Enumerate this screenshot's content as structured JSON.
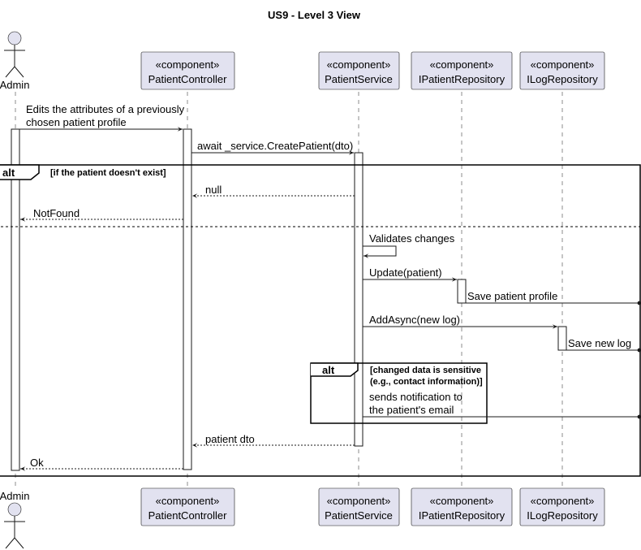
{
  "title": "US9 - Level 3 View",
  "participants": [
    {
      "id": "admin",
      "kind": "actor",
      "name": "Admin"
    },
    {
      "id": "controller",
      "kind": "component",
      "stereotype": "«component»",
      "name": "PatientController"
    },
    {
      "id": "service",
      "kind": "component",
      "stereotype": "«component»",
      "name": "PatientService"
    },
    {
      "id": "repo",
      "kind": "component",
      "stereotype": "«component»",
      "name": "IPatientRepository"
    },
    {
      "id": "logrepo",
      "kind": "component",
      "stereotype": "«component»",
      "name": "ILogRepository"
    }
  ],
  "messages": [
    {
      "id": "m1",
      "line1": "Edits the attributes of a previously",
      "line2": "chosen patient profile"
    },
    {
      "id": "m2",
      "text": "await _service.CreatePatient(dto)"
    },
    {
      "id": "m3",
      "text": "null"
    },
    {
      "id": "m4",
      "text": "NotFound"
    },
    {
      "id": "m5",
      "text": "Validates changes"
    },
    {
      "id": "m6",
      "text": "Update(patient)"
    },
    {
      "id": "m7",
      "text": "Save patient profile"
    },
    {
      "id": "m8",
      "text": "AddAsync(new log)"
    },
    {
      "id": "m9",
      "text": "Save new log"
    },
    {
      "id": "m10",
      "line1": "sends notification to",
      "line2": "the patient's email"
    },
    {
      "id": "m11",
      "text": "patient dto"
    },
    {
      "id": "m12",
      "text": "Ok"
    }
  ],
  "fragments": {
    "outer": {
      "keyword": "alt",
      "guard": "[if the patient doesn't exist]"
    },
    "inner": {
      "keyword": "alt",
      "guard_line1": "[changed data is sensitive",
      "guard_line2": "(e.g., contact information)]"
    }
  }
}
